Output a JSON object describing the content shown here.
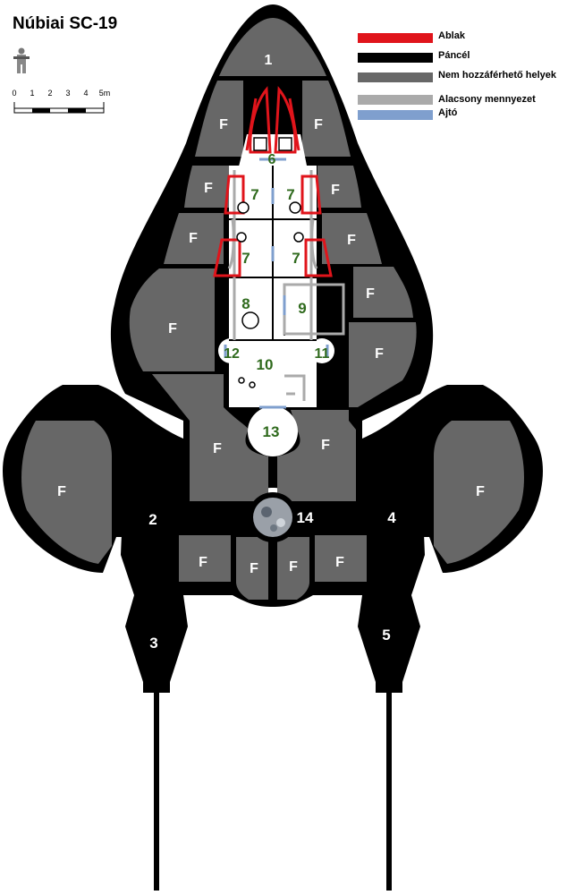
{
  "title": "Núbiai SC-19",
  "scale": {
    "ticks": [
      "0",
      "1",
      "2",
      "3",
      "4",
      "5m"
    ]
  },
  "legend": [
    {
      "color": "#e0141b",
      "label": "Ablak"
    },
    {
      "color": "#000000",
      "label": "Páncél"
    },
    {
      "color": "#676767",
      "label": "Nem hozzáférhető helyek"
    },
    {
      "color": "#aaaaaa",
      "label": "Alacsony mennyezet"
    },
    {
      "color": "#7f9fce",
      "label": "Ajtó"
    }
  ],
  "area_labels": {
    "f": "F",
    "r1": "1",
    "r2": "2",
    "r3": "3",
    "r4": "4",
    "r5": "5",
    "r6": "6",
    "r7": "7",
    "r8": "8",
    "r9": "9",
    "r10": "10",
    "r11": "11",
    "r12": "12",
    "r13": "13",
    "r14": "14"
  },
  "colors": {
    "armor": "#000000",
    "inaccessible": "#676767",
    "floor": "#ffffff",
    "window": "#e0141b",
    "low_ceiling": "#aaaaaa",
    "door": "#7f9fce",
    "room_number": "#2f6a1d"
  }
}
